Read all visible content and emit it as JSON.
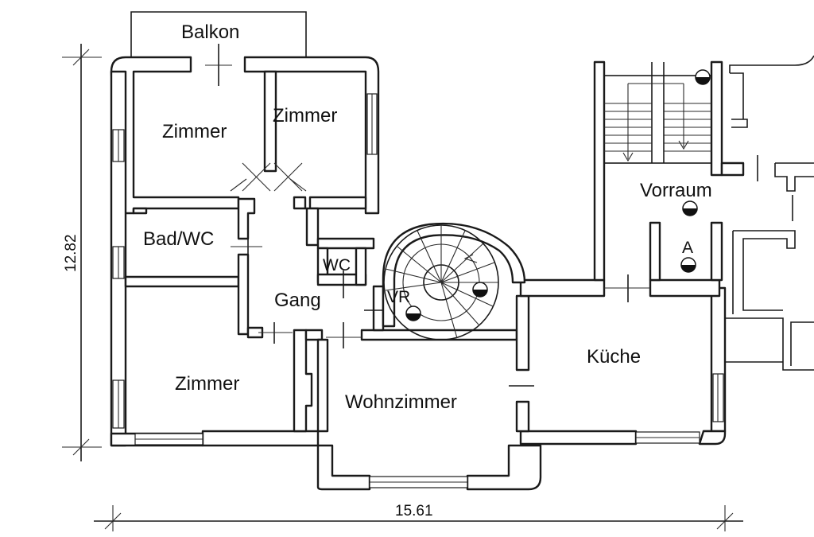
{
  "rooms": {
    "balkon": "Balkon",
    "zimmer_1": "Zimmer",
    "zimmer_2": "Zimmer",
    "bad_wc": "Bad/WC",
    "wc": "WC",
    "gang": "Gang",
    "vr": "VR",
    "zimmer_3": "Zimmer",
    "wohnzimmer": "Wohnzimmer",
    "kueche": "Küche",
    "vorraum": "Vorraum",
    "a": "A"
  },
  "dimensions": {
    "height": "12.82",
    "width": "15.61"
  }
}
